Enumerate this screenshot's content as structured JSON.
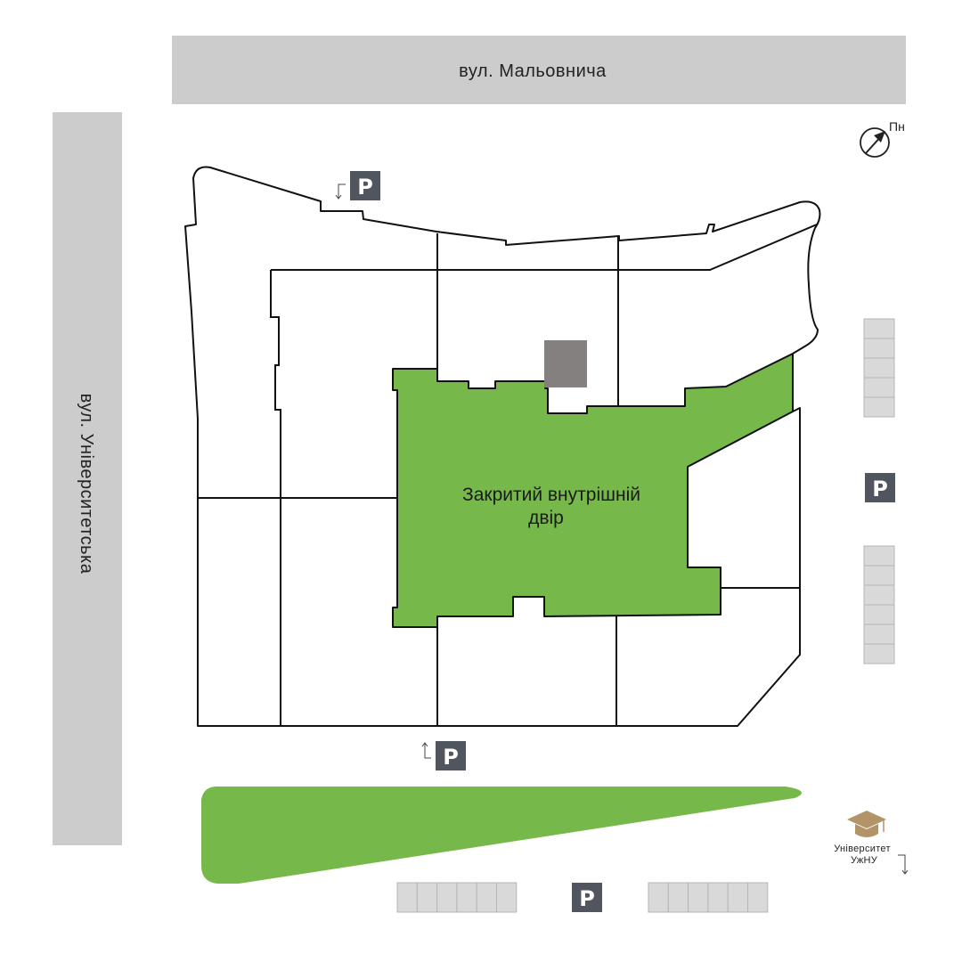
{
  "streets": {
    "top": "вул. Мальовнича",
    "left": "вул. Університетська"
  },
  "compass": {
    "north_label": "Пн"
  },
  "courtyard": {
    "line1": "Закритий внутрішній",
    "line2": "двір"
  },
  "parking": {
    "symbol": "P",
    "count": 4
  },
  "university": {
    "line1": "Університет",
    "line2": "УжНУ"
  },
  "colors": {
    "green": "#76b94a",
    "street_gray": "#cccccc",
    "parking_badge": "#505560",
    "slot_gray": "#d9d9d9",
    "tower_gray": "#848080",
    "cap_gold": "#b39468"
  },
  "icons": [
    "compass-icon",
    "graduation-cap-icon",
    "arrow-icon"
  ]
}
